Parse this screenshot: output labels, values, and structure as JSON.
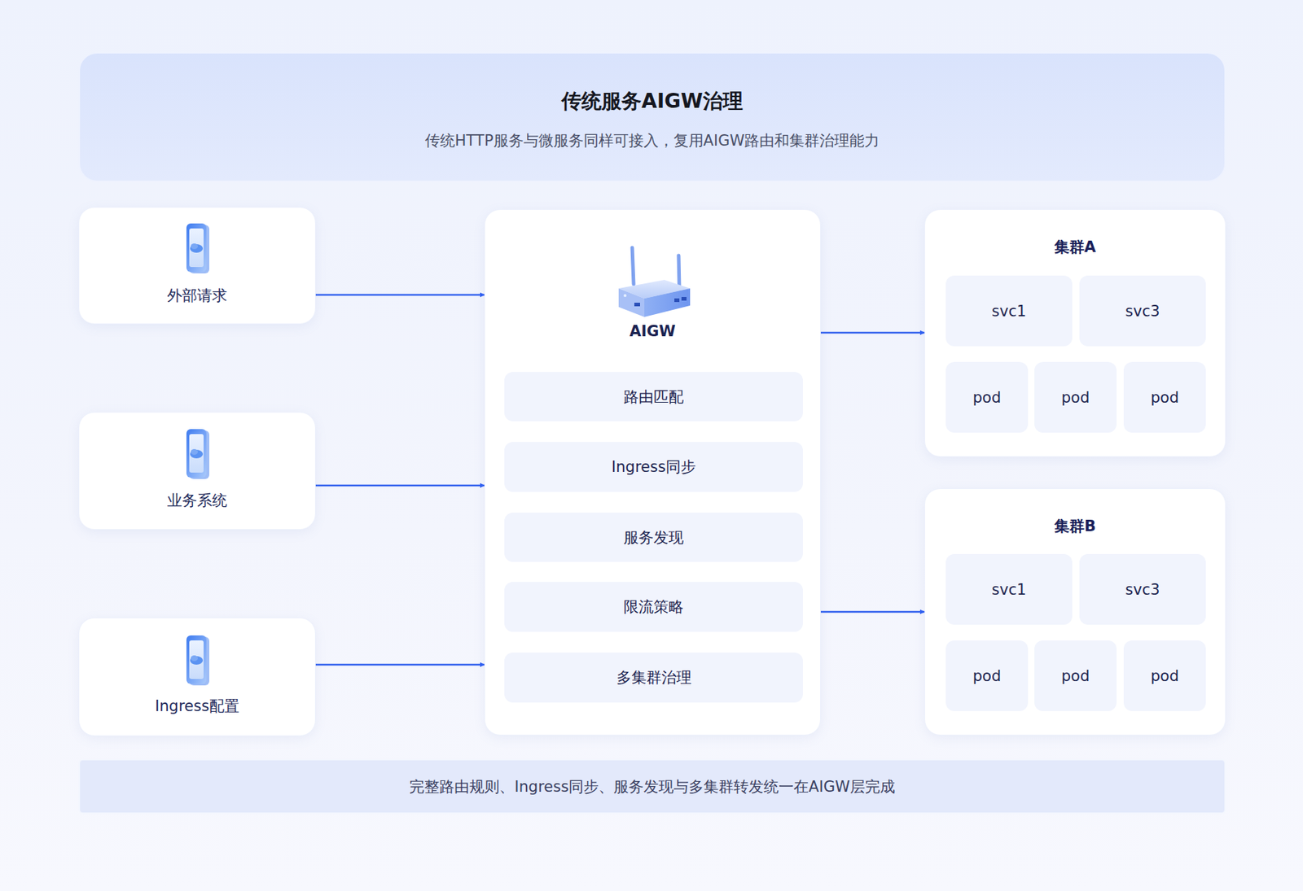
{
  "diagram": {
    "nodes": [
      {
        "text": [
          "传统服务AIGW治理",
          "传统HTTP服务与微服务同样可接入，复用AIGW路由和集群治理能力"
        ]
      },
      {
        "text": [
          "外部请求"
        ]
      },
      {
        "text": [
          "业务系统"
        ]
      },
      {
        "text": [
          "Ingress配置"
        ]
      },
      {
        "text": [
          "AIGW"
        ]
      },
      {
        "text": [
          "路由匹配"
        ],
        "in": 4
      },
      {
        "text": [
          "Ingress同步"
        ],
        "in": 4
      },
      {
        "text": [
          "服务发现"
        ],
        "in": 4
      },
      {
        "text": [
          "限流策略"
        ],
        "in": 4
      },
      {
        "text": [
          "多集群治理"
        ],
        "in": 4
      },
      {
        "text": [
          "集群A"
        ]
      },
      {
        "text": [
          "svc1"
        ],
        "in": 10
      },
      {
        "text": [
          "svc3"
        ],
        "in": 10
      },
      {
        "text": [
          "pod"
        ],
        "in": 10
      },
      {
        "text": [
          "pod"
        ],
        "in": 10
      },
      {
        "text": [
          "pod"
        ],
        "in": 10
      },
      {
        "text": [
          "集群B"
        ]
      },
      {
        "text": [
          "svc1"
        ],
        "in": 16
      },
      {
        "text": [
          "svc3"
        ],
        "in": 16
      },
      {
        "text": [
          "pod"
        ],
        "in": 16
      },
      {
        "text": [
          "pod"
        ],
        "in": 16
      },
      {
        "text": [
          "pod"
        ],
        "in": 16
      },
      {
        "text": [
          "完整路由规则、Ingress同步、服务发现与多集群转发统一在AIGW层完成"
        ]
      }
    ],
    "edges": [
      {
        "from": 1,
        "to": 4,
        "arrow": "to"
      },
      {
        "from": 2,
        "to": 4,
        "arrow": "to"
      },
      {
        "from": 3,
        "to": 4,
        "arrow": "to"
      },
      {
        "from": 4,
        "to": 10,
        "arrow": "to"
      },
      {
        "from": 4,
        "to": 16,
        "arrow": "to"
      }
    ]
  }
}
